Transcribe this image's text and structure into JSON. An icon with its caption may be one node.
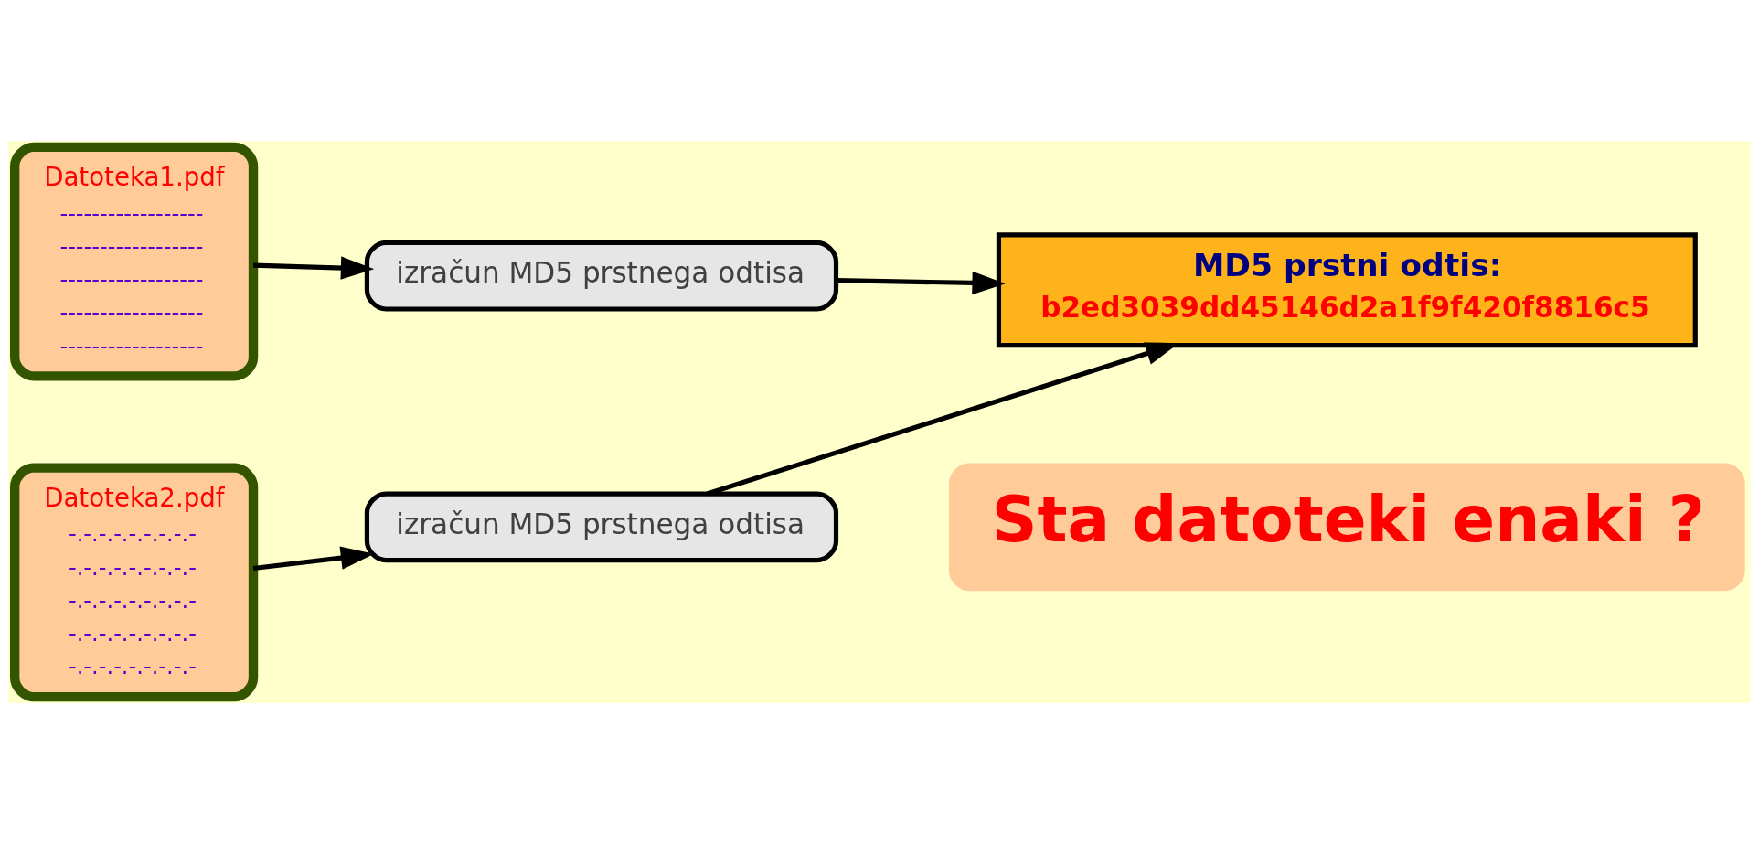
{
  "diagram": {
    "nodes": [
      {
        "text": [
          "Datoteka1.pdf",
          "------------------",
          "------------------",
          "------------------",
          "------------------",
          "------------------"
        ]
      },
      {
        "text": [
          "izračun MD5 prstnega odtisa"
        ]
      },
      {
        "text": [
          "MD5 prstni odtis:",
          "b2ed3039dd45146d2a1f9f420f8816c5"
        ]
      },
      {
        "text": [
          "Datoteka2.pdf",
          "-.-.-.-.-.-.-.-.-",
          "-.-.-.-.-.-.-.-.-",
          "-.-.-.-.-.-.-.-.-",
          "-.-.-.-.-.-.-.-.-",
          "-.-.-.-.-.-.-.-.-"
        ]
      },
      {
        "text": [
          "izračun MD5 prstnega odtisa"
        ]
      },
      {
        "text": [
          "Sta datoteki enaki ?"
        ]
      }
    ],
    "edges": [
      {
        "from": 0,
        "to": 1,
        "arrow": "to"
      },
      {
        "from": 1,
        "to": 2,
        "arrow": "to"
      },
      {
        "from": 3,
        "to": 4,
        "arrow": "to"
      },
      {
        "from": 4,
        "to": 2,
        "arrow": "to"
      }
    ]
  }
}
